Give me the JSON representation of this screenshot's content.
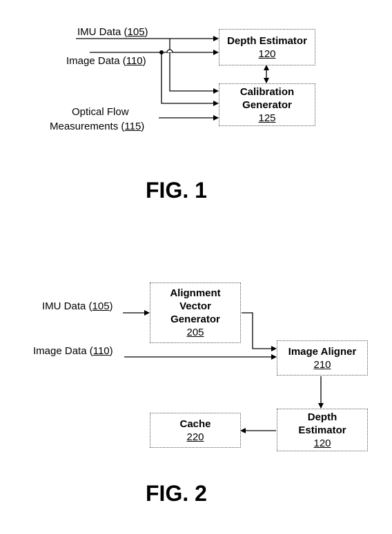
{
  "fig1": {
    "caption": "FIG. 1",
    "inputs": {
      "imu": {
        "text": "IMU Data (",
        "num": "105",
        "close": ")"
      },
      "image": {
        "text": "Image Data (",
        "num": "110",
        "close": ")"
      },
      "flow_line1": "Optical Flow",
      "flow_line2": {
        "text": "Measurements (",
        "num": "115",
        "close": ")"
      }
    },
    "boxes": {
      "depth_estimator": {
        "title": "Depth Estimator",
        "num": "120"
      },
      "calibration_generator": {
        "title": "Calibration\nGenerator",
        "num": "125"
      }
    }
  },
  "fig2": {
    "caption": "FIG. 2",
    "inputs": {
      "imu": {
        "text": "IMU Data (",
        "num": "105",
        "close": ")"
      },
      "image": {
        "text": "Image Data (",
        "num": "110",
        "close": ")"
      }
    },
    "boxes": {
      "alignment_vector_generator": {
        "title": "Alignment\nVector\nGenerator",
        "num": "205"
      },
      "image_aligner": {
        "title": "Image Aligner",
        "num": "210"
      },
      "depth_estimator": {
        "title": "Depth\nEstimator",
        "num": "120"
      },
      "cache": {
        "title": "Cache",
        "num": "220"
      }
    }
  }
}
